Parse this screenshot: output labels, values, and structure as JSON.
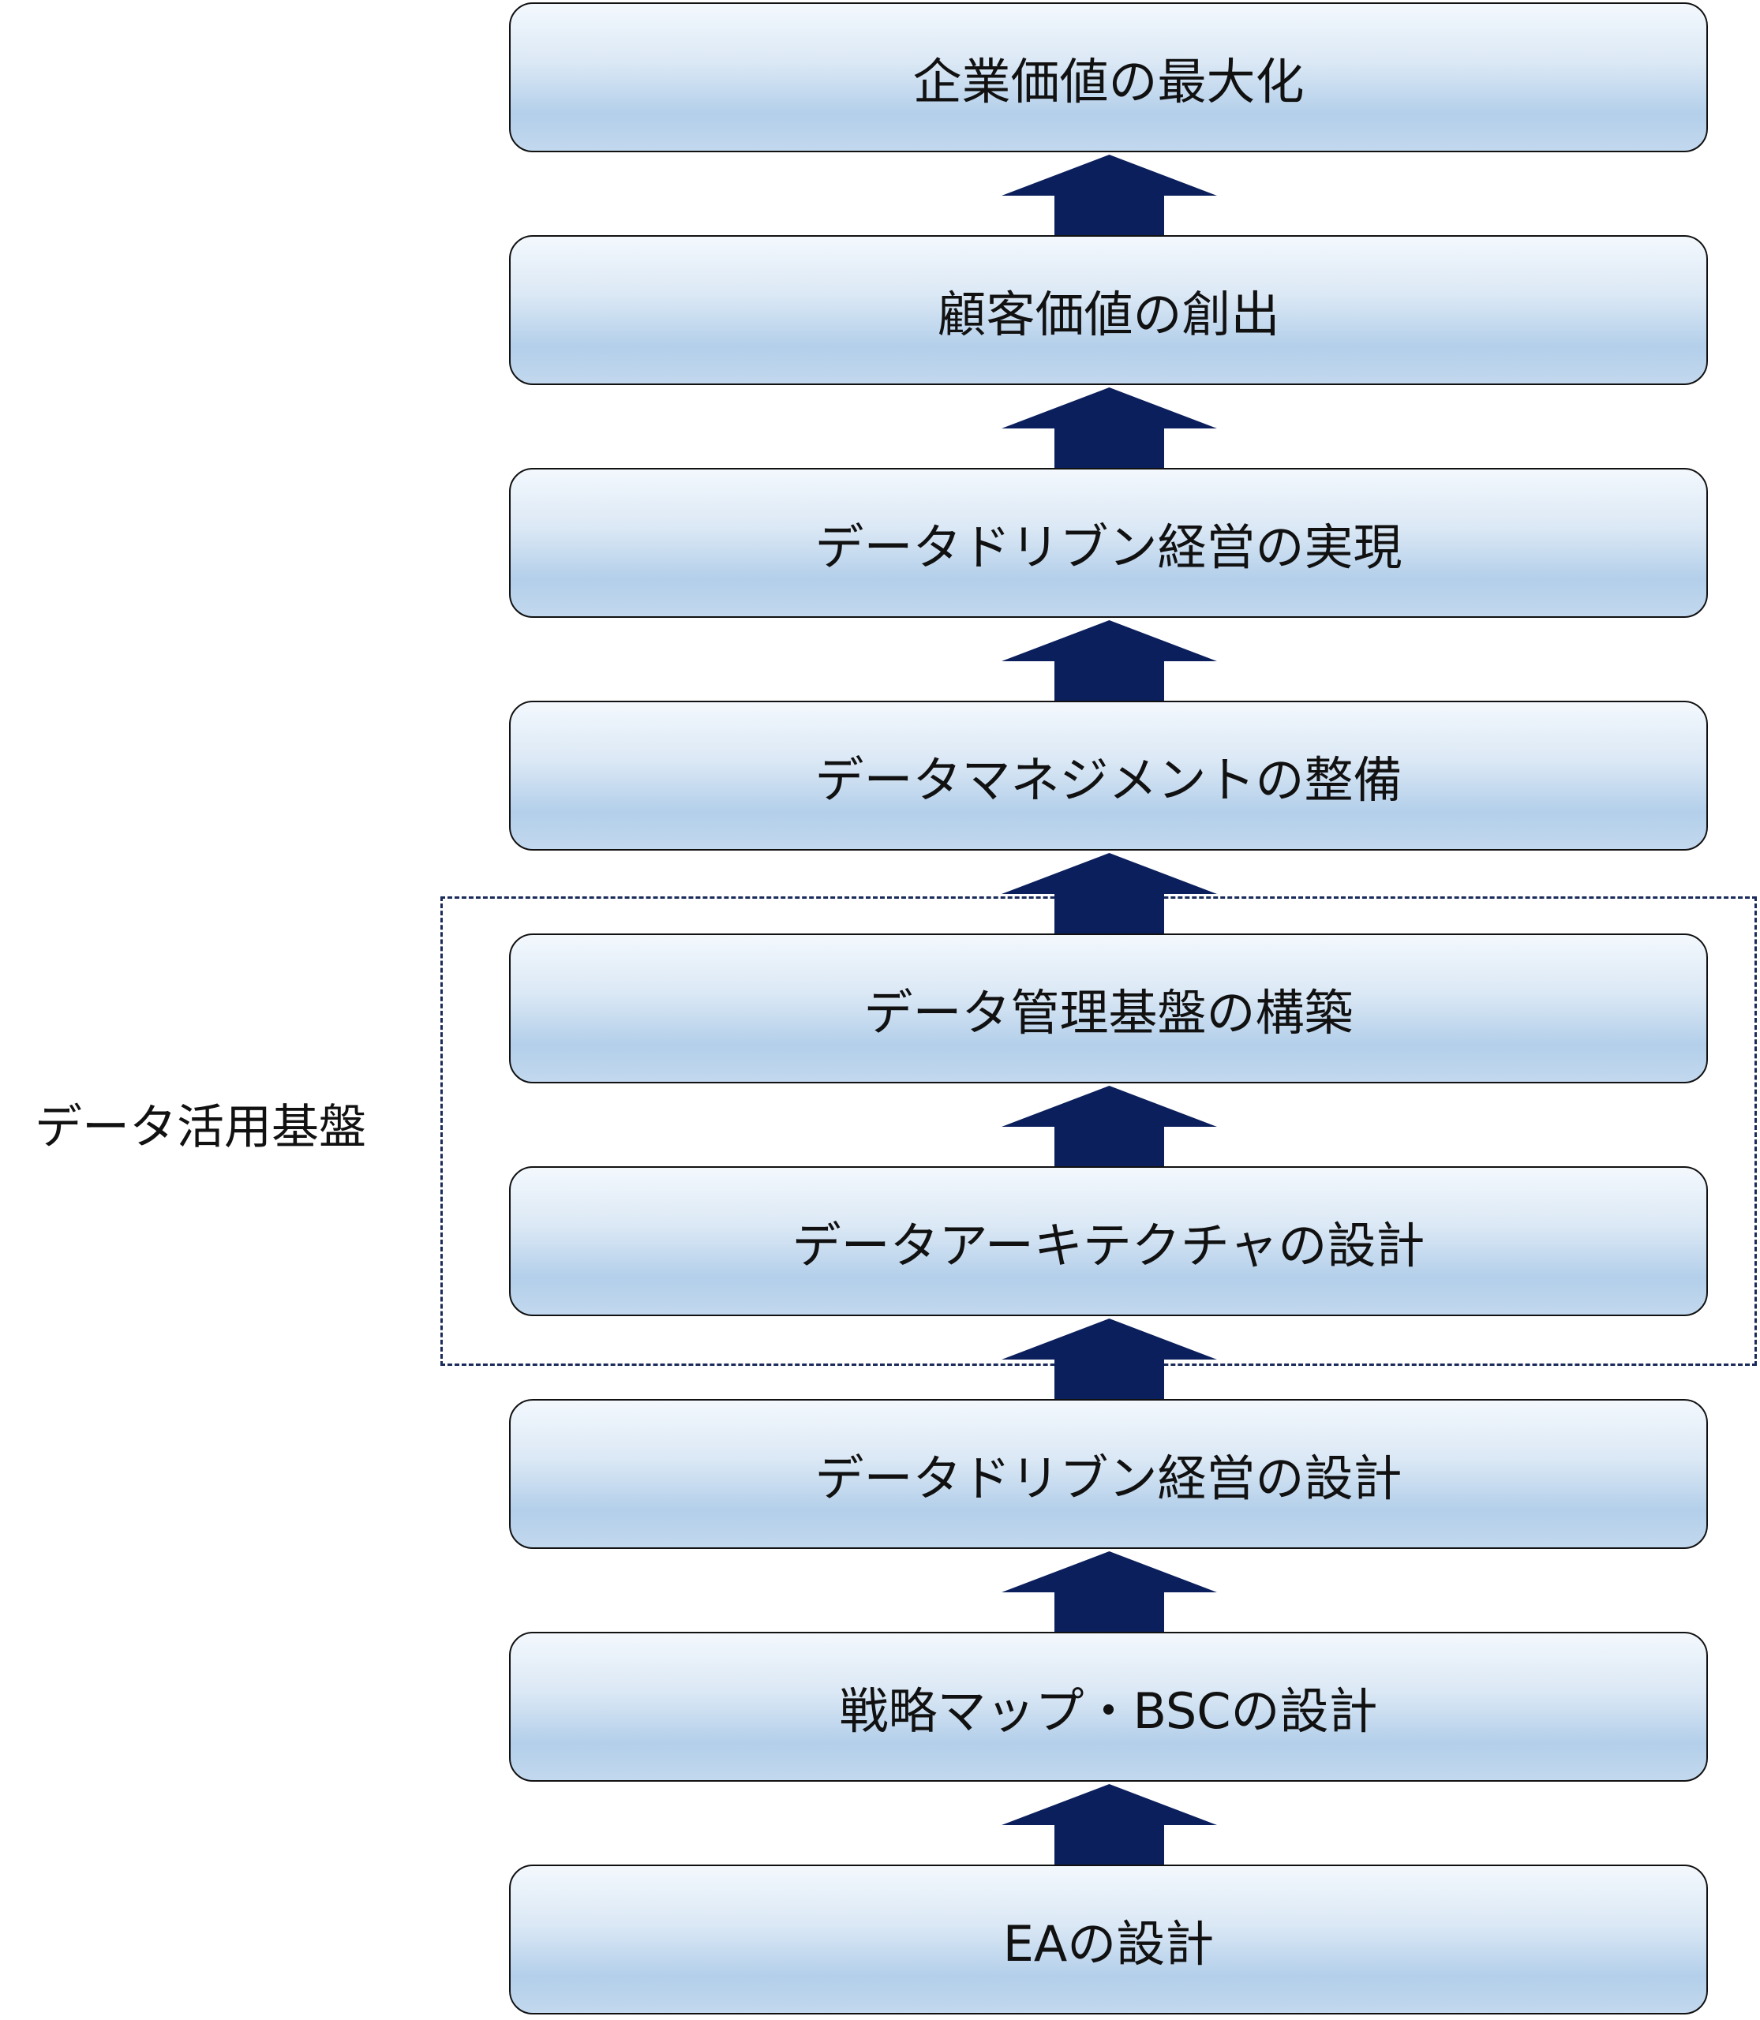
{
  "steps": [
    "企業価値の最大化",
    "顧客価値の創出",
    "データドリブン経営の実現",
    "データマネジメントの整備",
    "データ管理基盤の構築",
    "データアーキテクチャの設計",
    "データドリブン経営の設計",
    "戦略マップ・BSCの設計",
    "EAの設計"
  ],
  "group_label": "データ活用基盤",
  "colors": {
    "arrow": "#0b1f5c",
    "dashed_border": "#1a2a5a"
  }
}
